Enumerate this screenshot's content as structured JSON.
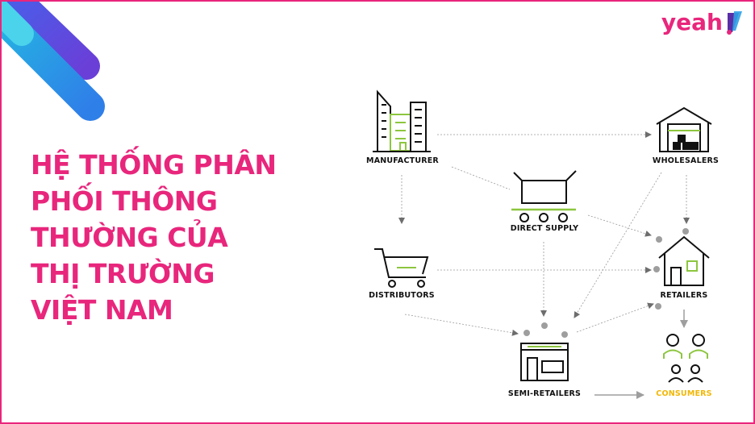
{
  "title_lines": [
    "HỆ THỐNG PHÂN",
    "PHỐI THÔNG",
    "THƯỜNG CỦA",
    "THỊ TRƯỜNG",
    "VIỆT NAM"
  ],
  "logo": {
    "word": "yeah",
    "mark": "1"
  },
  "nodes": {
    "manufacturer": "MANUFACTURER",
    "wholesalers": "WHOLESALERS",
    "direct_supply": "DIRECT SUPPLY",
    "distributors": "DISTRIBUTORS",
    "retailers": "RETAILERS",
    "semi_retailers": "SEMI-RETAILERS",
    "consumers": "CONSUMERS"
  },
  "edges": [
    [
      "manufacturer",
      "wholesalers"
    ],
    [
      "manufacturer",
      "distributors"
    ],
    [
      "manufacturer",
      "direct_supply"
    ],
    [
      "direct_supply",
      "retailers"
    ],
    [
      "direct_supply",
      "semi_retailers"
    ],
    [
      "wholesalers",
      "retailers"
    ],
    [
      "wholesalers",
      "semi_retailers"
    ],
    [
      "distributors",
      "retailers"
    ],
    [
      "distributors",
      "semi_retailers"
    ],
    [
      "semi_retailers",
      "retailers"
    ],
    [
      "retailers",
      "consumers"
    ],
    [
      "semi_retailers",
      "consumers"
    ]
  ],
  "colors": {
    "accent": "#e8267c",
    "icon_green": "#8dc63f",
    "consumers": "#f2b705",
    "connector_grey": "#9e9e9e"
  },
  "icons": {
    "manufacturer": "factory-buildings-icon",
    "wholesalers": "warehouse-icon",
    "direct_supply": "conveyor-box-icon",
    "distributors": "shopping-cart-icon",
    "retailers": "house-store-icon",
    "semi_retailers": "storefront-icon",
    "consumers": "people-group-icon"
  }
}
